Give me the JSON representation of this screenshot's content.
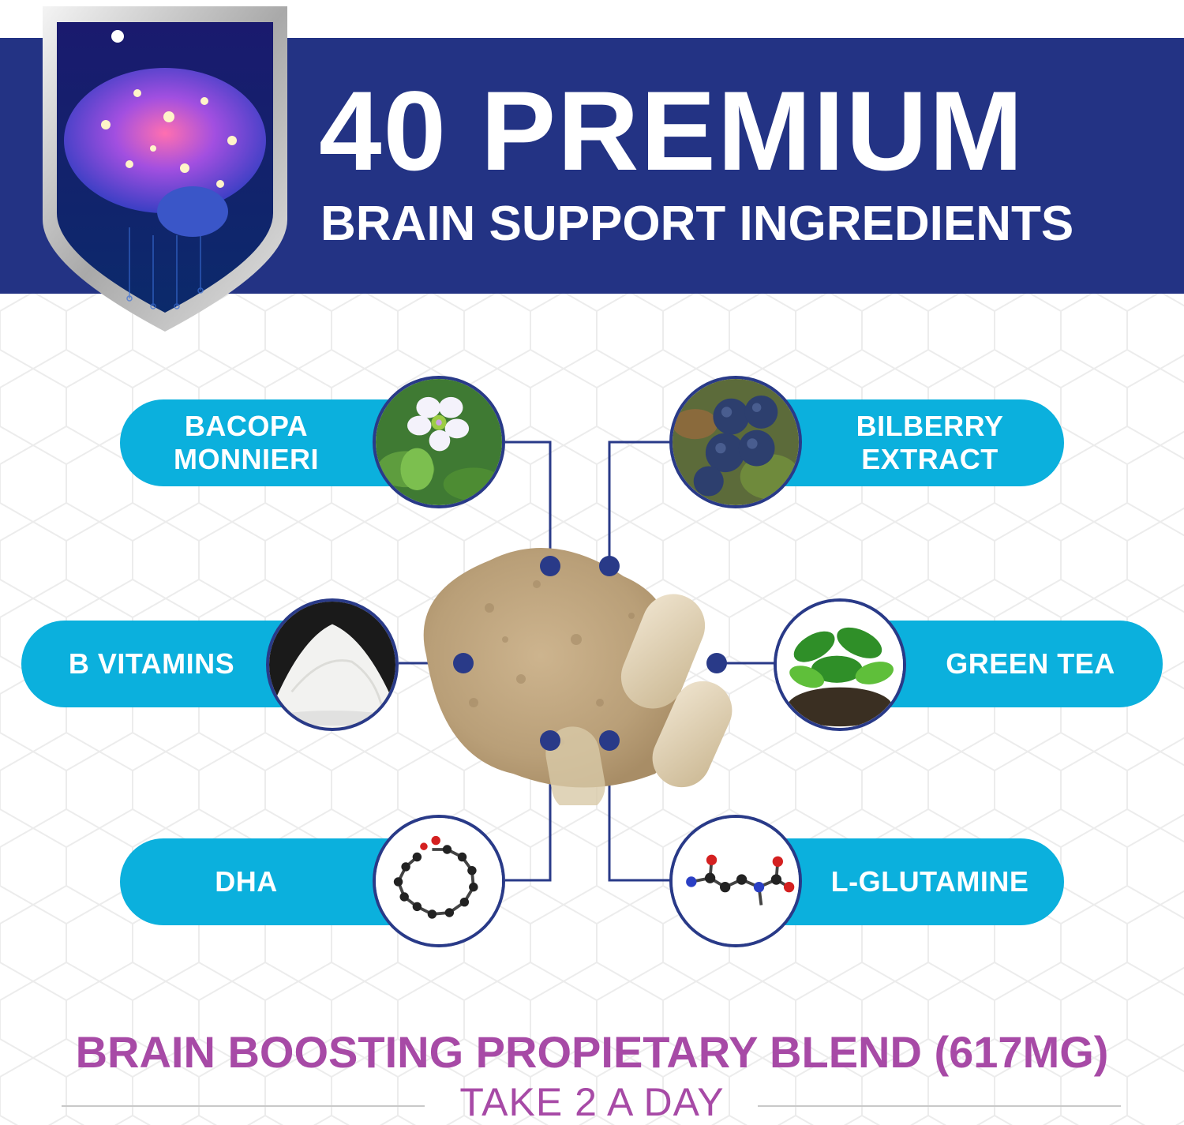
{
  "header": {
    "title_line1": "40 PREMIUM",
    "title_line2": "BRAIN SUPPORT INGREDIENTS",
    "badge_icon": "brain-shield-icon"
  },
  "ingredients": [
    {
      "label_line1": "BACOPA",
      "label_line2": "MONNIERI",
      "image": "bacopa-flower-photo"
    },
    {
      "label_line1": "BILBERRY",
      "label_line2": "EXTRACT",
      "image": "bilberry-photo"
    },
    {
      "label_line1": "B VITAMINS",
      "image": "white-powder-photo"
    },
    {
      "label_line1": "GREEN TEA",
      "image": "green-tea-leaves-photo"
    },
    {
      "label_line1": "DHA",
      "image": "dha-molecule-icon"
    },
    {
      "label_line1": "L-GLUTAMINE",
      "image": "l-glutamine-molecule-icon"
    }
  ],
  "footer": {
    "blend": "BRAIN BOOSTING PROPIETARY BLEND (617MG)",
    "dosage": "TAKE 2 A DAY"
  },
  "colors": {
    "banner": "#233384",
    "pill": "#0bb0dd",
    "connector": "#293a88",
    "footer_text": "#a74aa6"
  }
}
